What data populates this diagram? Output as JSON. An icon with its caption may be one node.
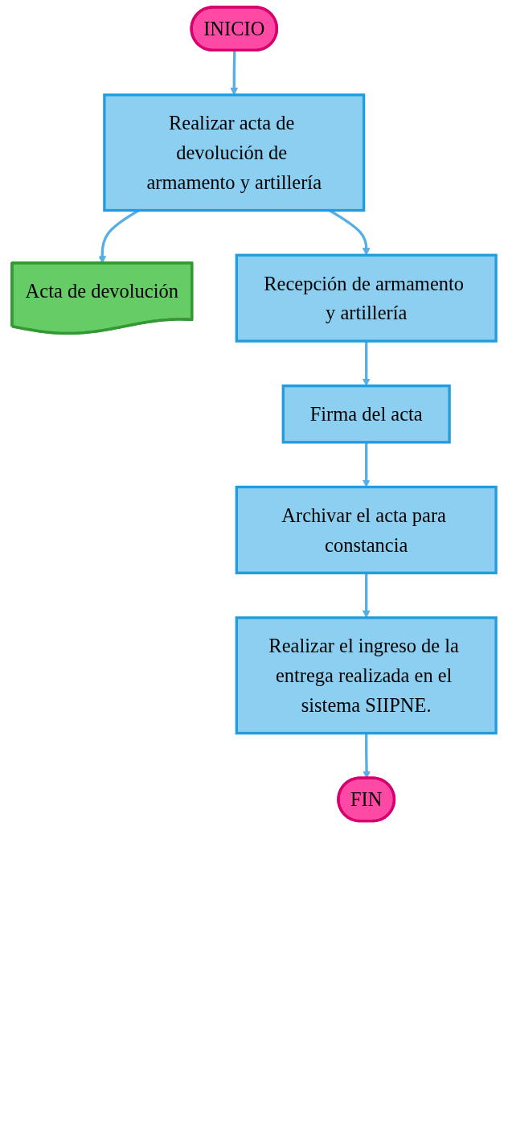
{
  "diagram": {
    "nodes": [
      {
        "text": [
          "INICIO"
        ]
      },
      {
        "text": [
          "Realizar acta de devolución de armamento y artillería"
        ]
      },
      {
        "text": [
          "Acta de devolución"
        ]
      },
      {
        "text": [
          "Recepción de armamento y artillería"
        ]
      },
      {
        "text": [
          "Firma del acta"
        ]
      },
      {
        "text": [
          "Archivar el acta para constancia"
        ]
      },
      {
        "text": [
          "Realizar el ingreso de la entrega realizada en el sistema SIIPNE."
        ]
      },
      {
        "text": [
          "FIN"
        ]
      }
    ],
    "edges": [
      {
        "from": 0,
        "to": 1,
        "arrow": "to"
      },
      {
        "from": 1,
        "to": 2,
        "arrow": "to"
      },
      {
        "from": 1,
        "to": 3,
        "arrow": "to"
      },
      {
        "from": 3,
        "to": 4,
        "arrow": "to"
      },
      {
        "from": 4,
        "to": 5,
        "arrow": "to"
      },
      {
        "from": 5,
        "to": 6,
        "arrow": "to"
      },
      {
        "from": 6,
        "to": 7,
        "arrow": "to"
      }
    ]
  }
}
